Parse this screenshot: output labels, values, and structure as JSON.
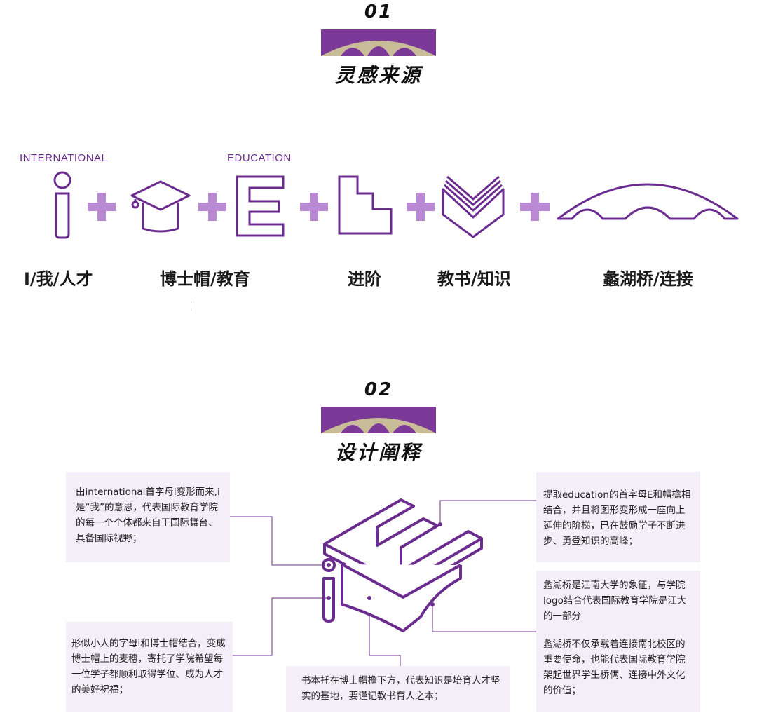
{
  "section1": {
    "number": "01",
    "title": "灵感来源"
  },
  "section2": {
    "number": "02",
    "title": "设计阐释"
  },
  "top_labels": [
    "INTERNATIONAL",
    "EDUCATION"
  ],
  "elements": [
    {
      "icon": "letter-i-icon",
      "label": "I/我/人才"
    },
    {
      "icon": "graduation-cap-icon",
      "label": "博士帽/教育"
    },
    {
      "icon": "letter-e-icon",
      "label": ""
    },
    {
      "icon": "stairs-icon",
      "label": "进阶"
    },
    {
      "icon": "open-book-icon",
      "label": "教书/知识"
    },
    {
      "icon": "arch-bridge-icon",
      "label": "蠡湖桥/连接"
    }
  ],
  "descriptions": {
    "top_left": "由international首字母i变形而来,i 是“我”的意思，代表国际教育学院的每一个个体都来自于国际舞台、具备国际视野；",
    "top_right": "提取education的首字母E和帽檐相结合，并且将图形变形成一座向上延伸的阶梯，已在鼓励学子不断进步、勇登知识的高峰；",
    "right_1": "蠡湖桥是江南大学的象征，与学院logo结合代表国际教育学院是江大的一部分",
    "right_2": "蠡湖桥不仅承载着连接南北校区的重要使命，也能代表国际教育学院架起世界学生桥俩、连接中外文化的价值；",
    "bottom_left": "形似小人的字母i和博士帽结合，变成博士帽上的麦穗，寄托了学院希望每一位学子都顺利取得学位、成为人才的美好祝福；",
    "bottom_center": "书本托在博士帽檐下方，代表知识是培育人才坚实的基地，要谨记教书育人之本；"
  },
  "colors": {
    "purple": "#6b2c8f",
    "plus": "#b98ad3",
    "banner": "#7b3a98",
    "banner_arch": "#c9bc99",
    "box_bg": "#f3eef7"
  }
}
